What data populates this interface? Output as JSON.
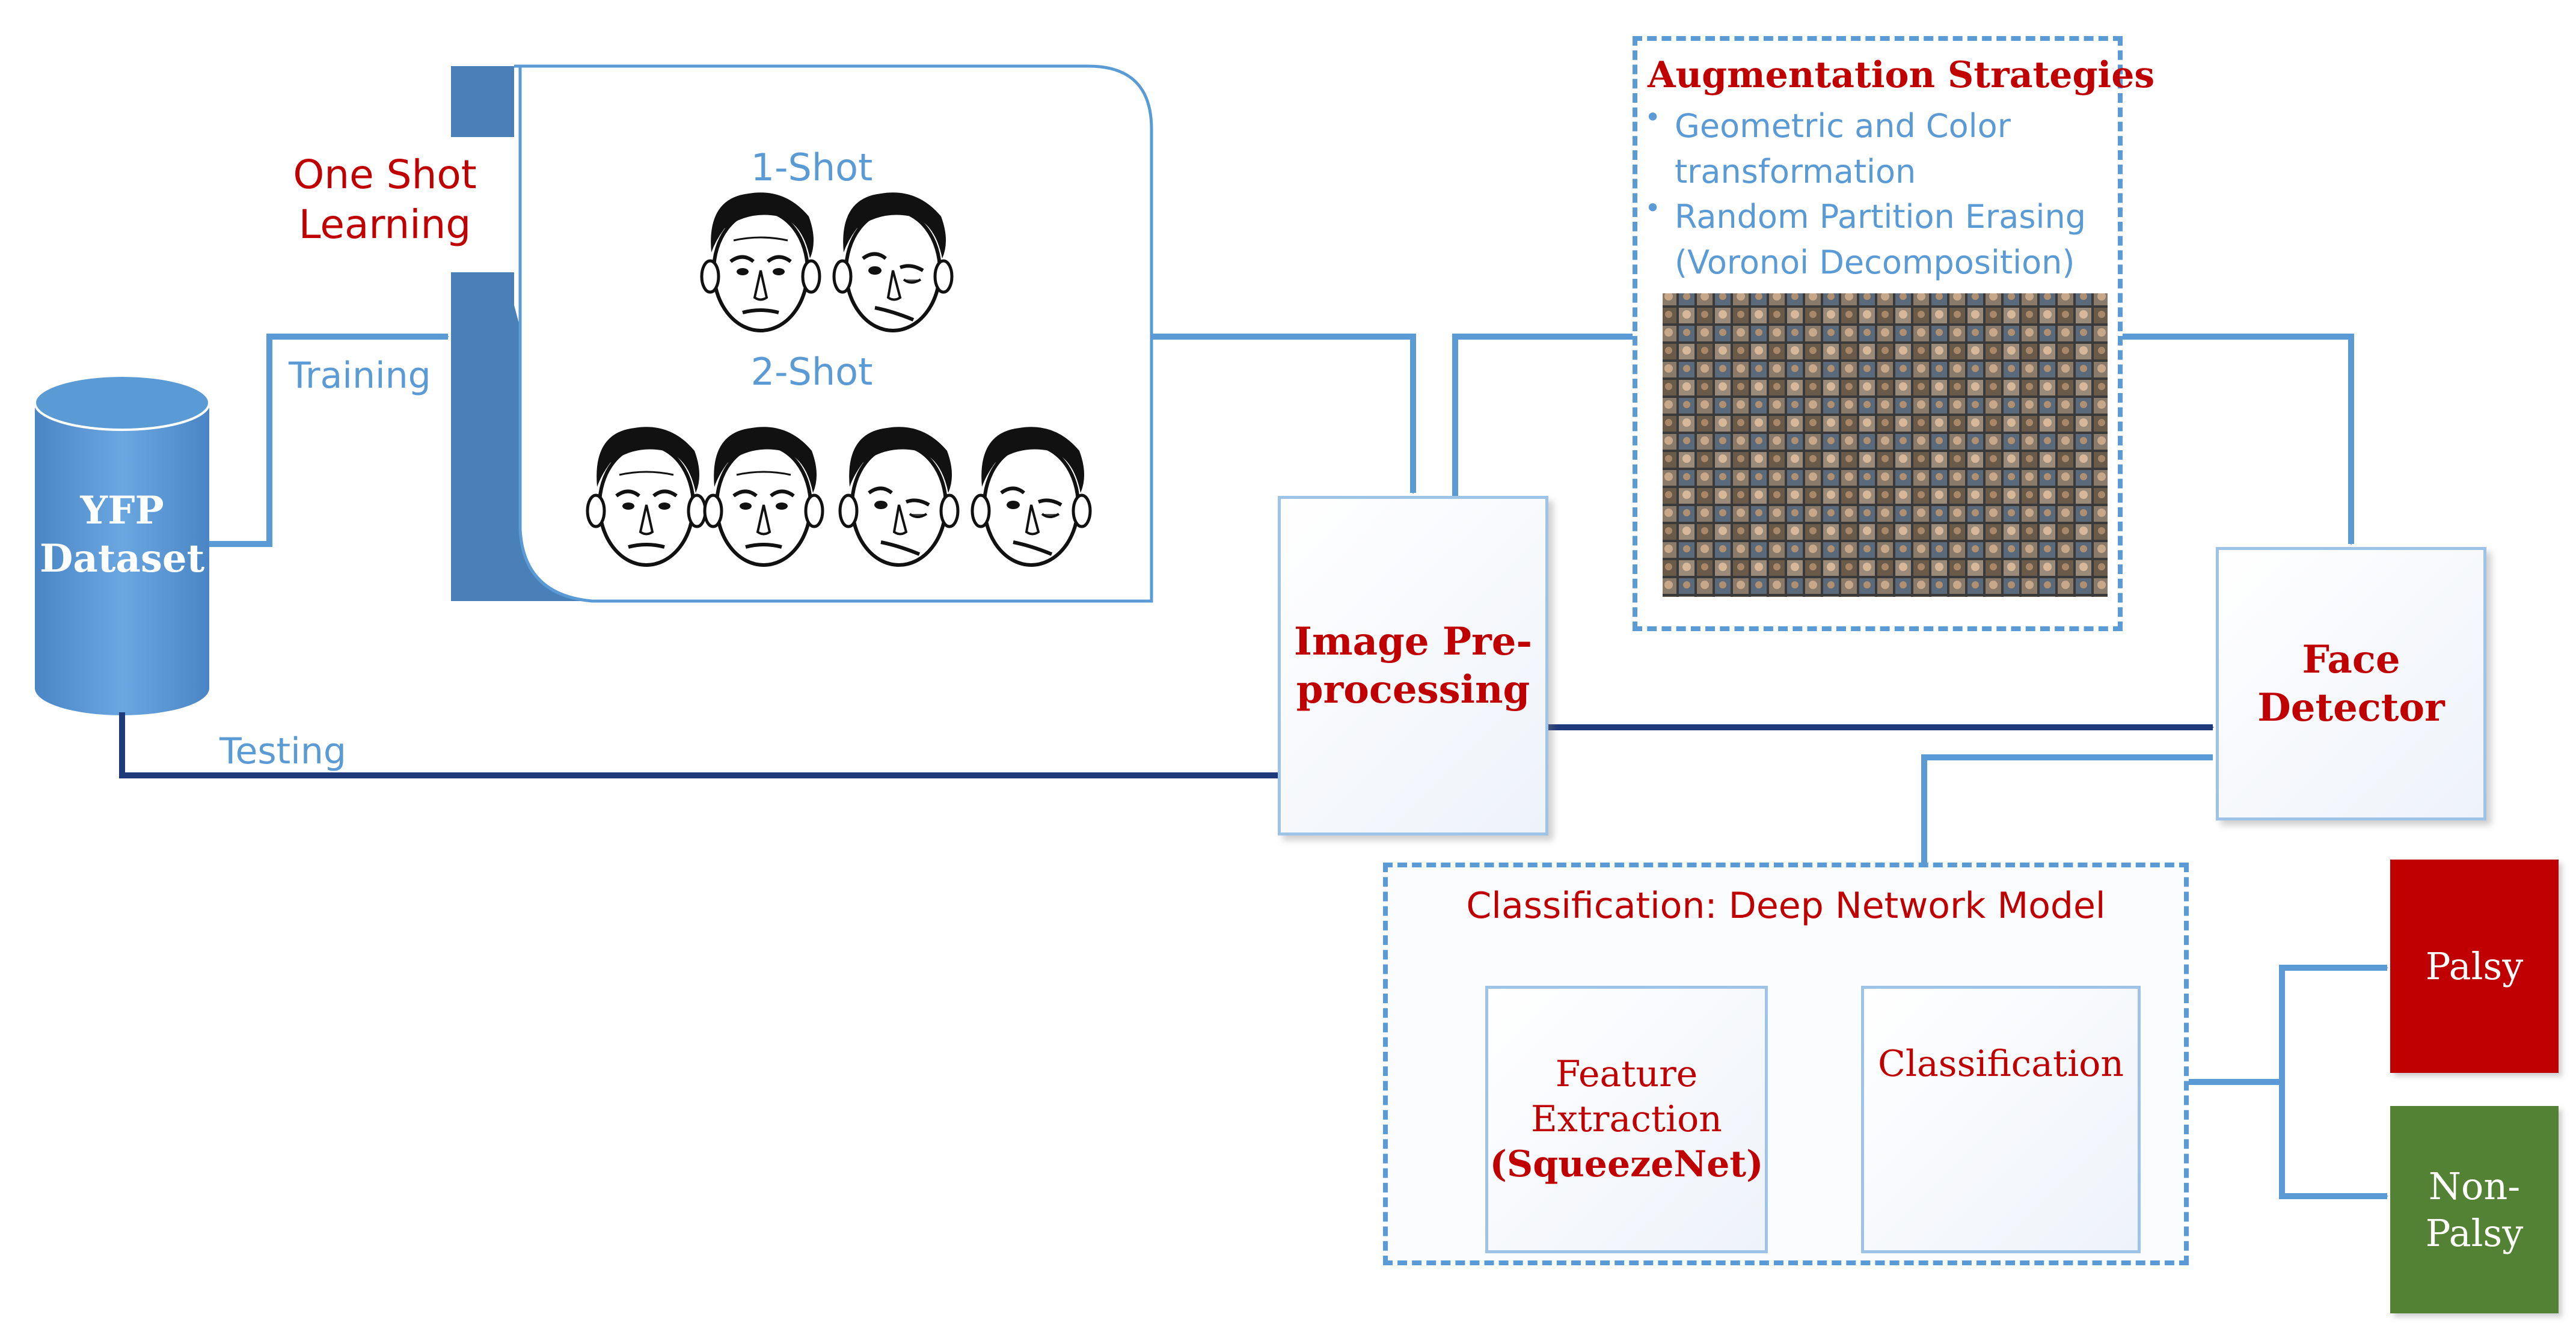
{
  "dataset": {
    "line1": "YFP",
    "line2": "Dataset"
  },
  "edges": {
    "training": "Training",
    "testing": "Testing"
  },
  "one_shot": {
    "label_line1": "One Shot",
    "label_line2": "Learning",
    "one_shot_title": "1-Shot",
    "two_shot_title": "2-Shot"
  },
  "preprocessing": {
    "line1": "Image Pre-",
    "line2": "processing"
  },
  "augmentation": {
    "title": "Augmentation Strategies",
    "bullets": [
      {
        "line1": "Geometric and Color",
        "line2": "transformation"
      },
      {
        "line1": "Random Partition Erasing",
        "line2": "(Voronoi Decomposition)"
      }
    ]
  },
  "face_detector": {
    "line1": "Face",
    "line2": "Detector"
  },
  "classification_model": {
    "title": "Classification: Deep Network Model",
    "feature": {
      "line1": "Feature",
      "line2": "Extraction",
      "line3": "(SqueezeNet)"
    },
    "classifier": {
      "label": "Classification"
    }
  },
  "outputs": {
    "palsy": {
      "label": "Palsy",
      "color": "#c00000"
    },
    "non_palsy": {
      "line1": "Non-",
      "line2": "Palsy",
      "color": "#548235"
    }
  },
  "colors": {
    "light_arrow": "#5b9bd5",
    "dark_arrow": "#1f3a7a",
    "box_border": "#9dc3e6",
    "red_text": "#c00000",
    "cylinder": "#5b9bd5"
  }
}
